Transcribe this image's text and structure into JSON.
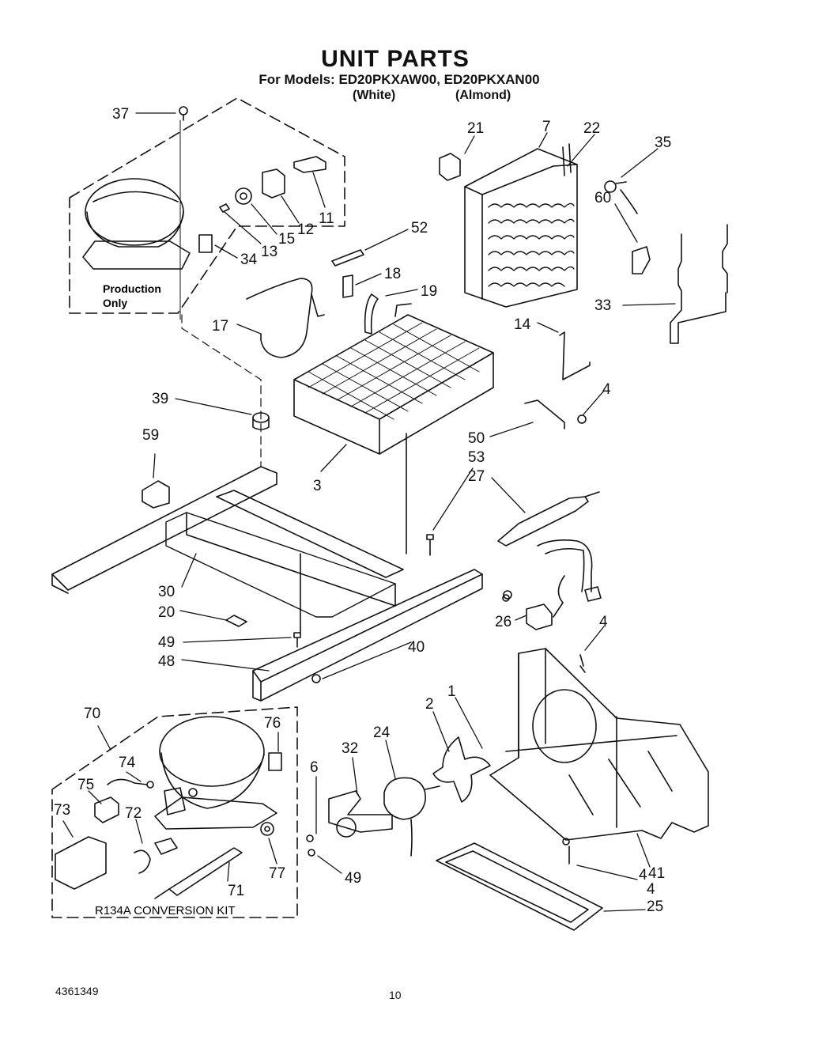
{
  "header": {
    "title": "UNIT PARTS",
    "subtitle": "For Models: ED20PKXAW00, ED20PKXAN00",
    "variant_white": "(White)",
    "variant_almond": "(Almond)"
  },
  "boxes": {
    "production_label_1": "Production",
    "production_label_2": "Only",
    "kit_label": "R134A  CONVERSION  KIT"
  },
  "footer": {
    "doc_number": "4361349",
    "page_number": "10"
  },
  "callouts": [
    {
      "id": "37",
      "text": "37"
    },
    {
      "id": "21",
      "text": "21"
    },
    {
      "id": "7",
      "text": "7"
    },
    {
      "id": "22",
      "text": "22"
    },
    {
      "id": "35",
      "text": "35"
    },
    {
      "id": "60",
      "text": "60"
    },
    {
      "id": "11",
      "text": "11"
    },
    {
      "id": "12",
      "text": "12"
    },
    {
      "id": "15",
      "text": "15"
    },
    {
      "id": "13",
      "text": "13"
    },
    {
      "id": "34",
      "text": "34"
    },
    {
      "id": "52",
      "text": "52"
    },
    {
      "id": "18",
      "text": "18"
    },
    {
      "id": "19",
      "text": "19"
    },
    {
      "id": "33",
      "text": "33"
    },
    {
      "id": "17",
      "text": "17"
    },
    {
      "id": "14",
      "text": "14"
    },
    {
      "id": "4a",
      "text": "4"
    },
    {
      "id": "39",
      "text": "39"
    },
    {
      "id": "50",
      "text": "50"
    },
    {
      "id": "53",
      "text": "53"
    },
    {
      "id": "27",
      "text": "27"
    },
    {
      "id": "59",
      "text": "59"
    },
    {
      "id": "3",
      "text": "3"
    },
    {
      "id": "30",
      "text": "30"
    },
    {
      "id": "20",
      "text": "20"
    },
    {
      "id": "26",
      "text": "26"
    },
    {
      "id": "49a",
      "text": "49"
    },
    {
      "id": "40",
      "text": "40"
    },
    {
      "id": "48",
      "text": "48"
    },
    {
      "id": "4b",
      "text": "4"
    },
    {
      "id": "70",
      "text": "70"
    },
    {
      "id": "76",
      "text": "76"
    },
    {
      "id": "2",
      "text": "2"
    },
    {
      "id": "1",
      "text": "1"
    },
    {
      "id": "24",
      "text": "24"
    },
    {
      "id": "32",
      "text": "32"
    },
    {
      "id": "74",
      "text": "74"
    },
    {
      "id": "6",
      "text": "6"
    },
    {
      "id": "75",
      "text": "75"
    },
    {
      "id": "73",
      "text": "73"
    },
    {
      "id": "72",
      "text": "72"
    },
    {
      "id": "77",
      "text": "77"
    },
    {
      "id": "49b",
      "text": "49"
    },
    {
      "id": "71",
      "text": "71"
    },
    {
      "id": "41",
      "text": "41"
    },
    {
      "id": "4c",
      "text": "4"
    },
    {
      "id": "4d",
      "text": "4"
    },
    {
      "id": "25",
      "text": "25"
    }
  ]
}
